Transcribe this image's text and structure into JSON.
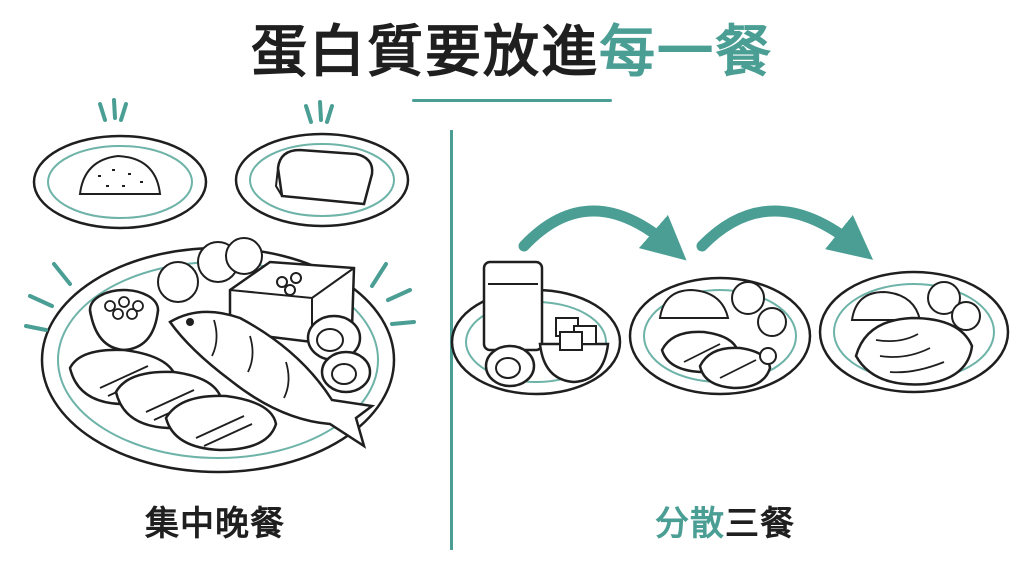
{
  "title": {
    "main": "蛋白質要放進",
    "accent": "每一餐"
  },
  "left": {
    "caption": "集中晚餐"
  },
  "right": {
    "caption_accent": "分散",
    "caption_rest": "三餐"
  },
  "colors": {
    "accent": "#4a9e94",
    "ink": "#1f1f1f",
    "plate_rim": "#6db3a8"
  }
}
